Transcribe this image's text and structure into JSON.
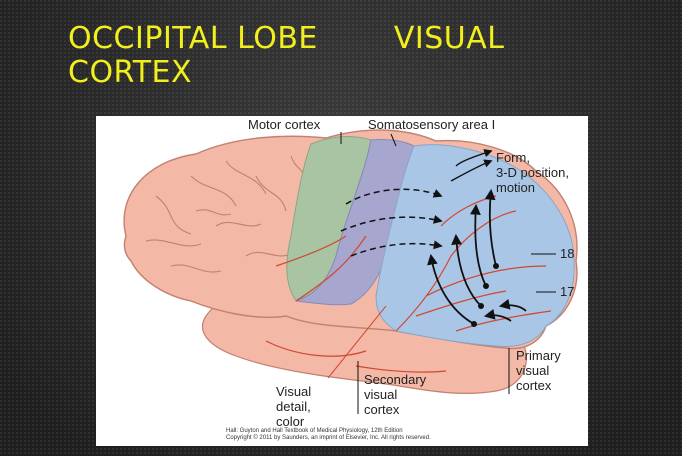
{
  "slide": {
    "title_part1": "OCCIPITAL LOBE",
    "title_part2": "VISUAL",
    "title_line2": "CORTEX"
  },
  "figure": {
    "labels": {
      "motor_cortex": "Motor cortex",
      "somatosensory": "Somatosensory area I",
      "form": "Form,\n3-D position,\nmotion",
      "area_18": "18",
      "area_17": "17",
      "primary": "Primary\nvisual\ncortex",
      "secondary": "Secondary\nvisual\ncortex",
      "visual_detail": "Visual\ndetail,\ncolor"
    },
    "caption": "Hall: Guyton and Hall Textbook of Medical Physiology, 12th Edition\nCopyright © 2011 by Saunders, an imprint of Elsevier, Inc. All rights reserved.",
    "colors": {
      "brain": "#f3b8a6",
      "motor": "#a8c4a2",
      "somatosensory": "#a7a6cf",
      "visual": "#a9c6e6",
      "vessel": "#d2472f"
    }
  }
}
